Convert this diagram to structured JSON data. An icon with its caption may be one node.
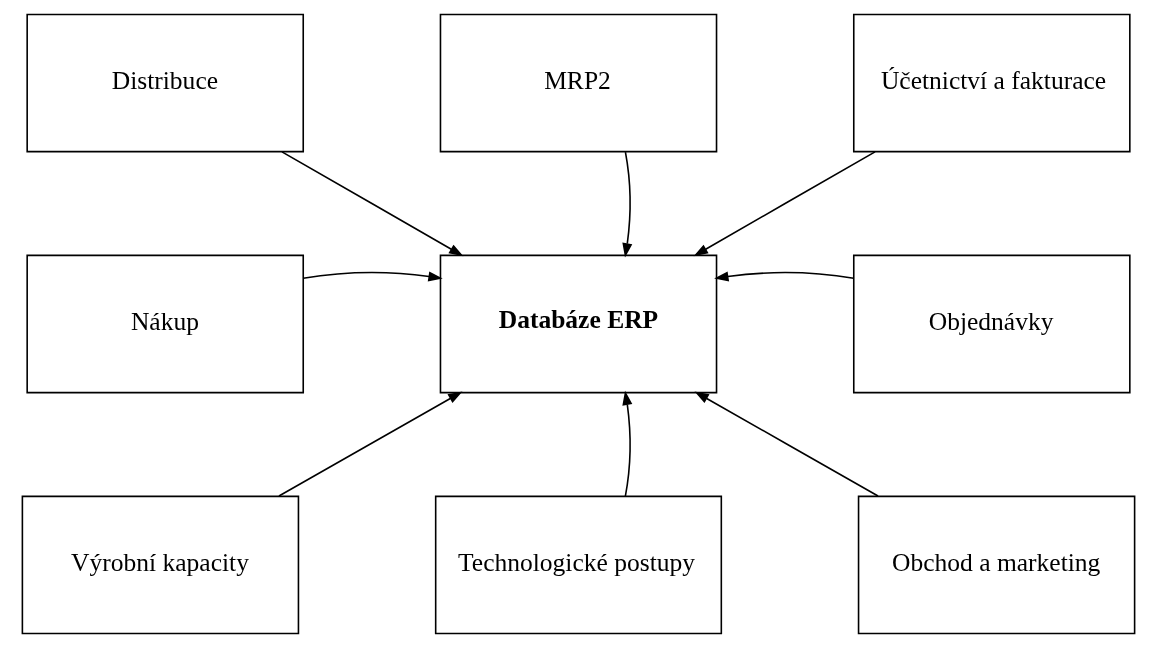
{
  "diagram": {
    "nodes": [
      {
        "text": [
          "Distribuce"
        ]
      },
      {
        "text": [
          "MRP2"
        ]
      },
      {
        "text": [
          "Účetnictví a fakturace"
        ]
      },
      {
        "text": [
          "Nákup"
        ]
      },
      {
        "text": [
          "Databáze ERP"
        ]
      },
      {
        "text": [
          "Objednávky"
        ]
      },
      {
        "text": [
          "Výrobní kapacity"
        ]
      },
      {
        "text": [
          "Technologické postupy"
        ]
      },
      {
        "text": [
          "Obchod a marketing"
        ]
      }
    ],
    "edges": [
      {
        "from": 0,
        "to": 4,
        "arrow": "to"
      },
      {
        "from": 1,
        "to": 4,
        "arrow": "to"
      },
      {
        "from": 2,
        "to": 4,
        "arrow": "to"
      },
      {
        "from": 3,
        "to": 4,
        "arrow": "to"
      },
      {
        "from": 5,
        "to": 4,
        "arrow": "to"
      },
      {
        "from": 6,
        "to": 4,
        "arrow": "to"
      },
      {
        "from": 7,
        "to": 4,
        "arrow": "to"
      },
      {
        "from": 8,
        "to": 4,
        "arrow": "to"
      }
    ]
  }
}
